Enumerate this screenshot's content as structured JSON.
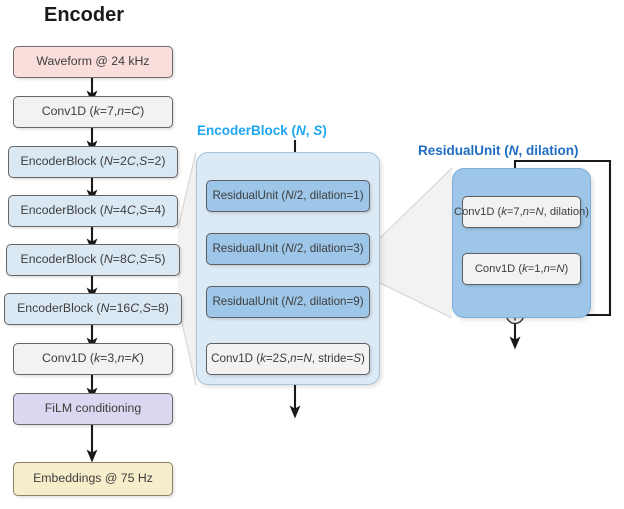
{
  "diagram": {
    "title": "Encoder",
    "columns": {
      "encoder": {
        "title": "Encoder",
        "nodes": [
          {
            "id": "waveform",
            "label": "Waveform @ 24 kHz",
            "color": "#f9dedc"
          },
          {
            "id": "conv-in",
            "label": "Conv1D (k=7, n=C)",
            "color": "#f2f2f2"
          },
          {
            "id": "encblock-1",
            "label": "EncoderBlock (N=2C, S=2)",
            "color": "#dae8f4"
          },
          {
            "id": "encblock-2",
            "label": "EncoderBlock (N=4C, S=4)",
            "color": "#dae8f4"
          },
          {
            "id": "encblock-3",
            "label": "EncoderBlock (N=8C, S=5)",
            "color": "#dae8f4"
          },
          {
            "id": "encblock-4",
            "label": "EncoderBlock (N=16C, S=8)",
            "color": "#dae8f4"
          },
          {
            "id": "conv-out",
            "label": "Conv1D (k=3, n=K)",
            "color": "#f2f2f2"
          },
          {
            "id": "film",
            "label": "FiLM conditioning",
            "color": "#ddd6f0"
          },
          {
            "id": "embeddings",
            "label": "Embeddings @ 75 Hz",
            "color": "#f6eeca"
          }
        ]
      },
      "encoderblock": {
        "title": "EncoderBlock (N, S)",
        "title_color": "#1ea6f0",
        "nodes": [
          {
            "id": "residualunit-1",
            "label": "ResidualUnit (N/2, dilation=1)",
            "color": "#9dc6e8"
          },
          {
            "id": "residualunit-2",
            "label": "ResidualUnit (N/2, dilation=3)",
            "color": "#9dc6e8"
          },
          {
            "id": "residualunit-3",
            "label": "ResidualUnit (N/2, dilation=9)",
            "color": "#9dc6e8"
          },
          {
            "id": "conv-stride",
            "label": "Conv1D (k=2S, n=N, stride=S)",
            "color": "#f2f2f2"
          }
        ]
      },
      "residualunit": {
        "title": "ResidualUnit (N, dilation)",
        "title_color": "#1f6dc2",
        "nodes": [
          {
            "id": "conv-dilated",
            "label": "Conv1D (k=7, n=N, dilation)",
            "color": "#f2f2f2"
          },
          {
            "id": "conv-pointwise",
            "label": "Conv1D (k=1, n=N)",
            "color": "#f2f2f2"
          }
        ],
        "skip_connection_symbol": "+"
      }
    }
  }
}
